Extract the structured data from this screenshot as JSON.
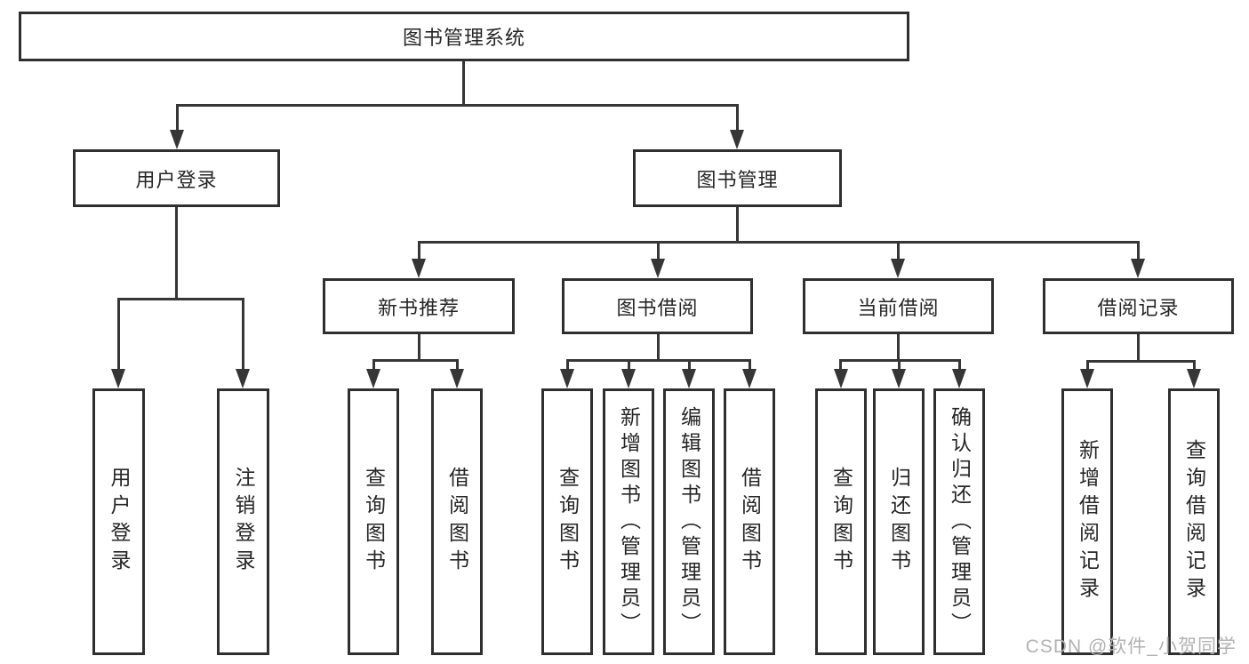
{
  "title": "图书管理系统",
  "watermark": "CSDN @软件_小贺同学",
  "colors": {
    "background": "#ffffff",
    "line": "#363636",
    "box_border": "#2f2f2f",
    "text": "#262626",
    "watermark": "#b2b2b2"
  },
  "nodes": {
    "root": {
      "label": "图书管理系统"
    },
    "userLogin": {
      "label": "用户登录"
    },
    "bookMgmt": {
      "label": "图书管理"
    },
    "newBookRec": {
      "label": "新书推荐"
    },
    "bookBorrow": {
      "label": "图书借阅"
    },
    "currentBorrow": {
      "label": "当前借阅"
    },
    "borrowRecord": {
      "label": "借阅记录"
    },
    "leafUserLogin": {
      "label": "用户登录"
    },
    "leafLogout": {
      "label": "注销登录"
    },
    "leafQueryBookA": {
      "label": "查询图书"
    },
    "leafBorrowBookA": {
      "label": "借阅图书"
    },
    "leafQueryBookB": {
      "label": "查询图书"
    },
    "leafAddBook": {
      "label": "新增图书（管理员）"
    },
    "leafEditBook": {
      "label": "编辑图书（管理员）"
    },
    "leafBorrowBookB": {
      "label": "借阅图书"
    },
    "leafQueryBookC": {
      "label": "查询图书"
    },
    "leafReturnBook": {
      "label": "归还图书"
    },
    "leafConfirmReturn": {
      "label": "确认归还（管理员）"
    },
    "leafAddRecord": {
      "label": "新增借阅记录"
    },
    "leafQueryRecord": {
      "label": "查询借阅记录"
    }
  },
  "edges": [
    {
      "from": "图书管理系统",
      "to": "用户登录"
    },
    {
      "from": "图书管理系统",
      "to": "图书管理"
    },
    {
      "from": "用户登录",
      "to": "用户登录"
    },
    {
      "from": "用户登录",
      "to": "注销登录"
    },
    {
      "from": "图书管理",
      "to": "新书推荐"
    },
    {
      "from": "图书管理",
      "to": "图书借阅"
    },
    {
      "from": "图书管理",
      "to": "当前借阅"
    },
    {
      "from": "图书管理",
      "to": "借阅记录"
    },
    {
      "from": "新书推荐",
      "to": "查询图书"
    },
    {
      "from": "新书推荐",
      "to": "借阅图书"
    },
    {
      "from": "图书借阅",
      "to": "查询图书"
    },
    {
      "from": "图书借阅",
      "to": "新增图书（管理员）"
    },
    {
      "from": "图书借阅",
      "to": "编辑图书（管理员）"
    },
    {
      "from": "图书借阅",
      "to": "借阅图书"
    },
    {
      "from": "当前借阅",
      "to": "查询图书"
    },
    {
      "from": "当前借阅",
      "to": "归还图书"
    },
    {
      "from": "当前借阅",
      "to": "确认归还（管理员）"
    },
    {
      "from": "借阅记录",
      "to": "新增借阅记录"
    },
    {
      "from": "借阅记录",
      "to": "查询借阅记录"
    }
  ]
}
